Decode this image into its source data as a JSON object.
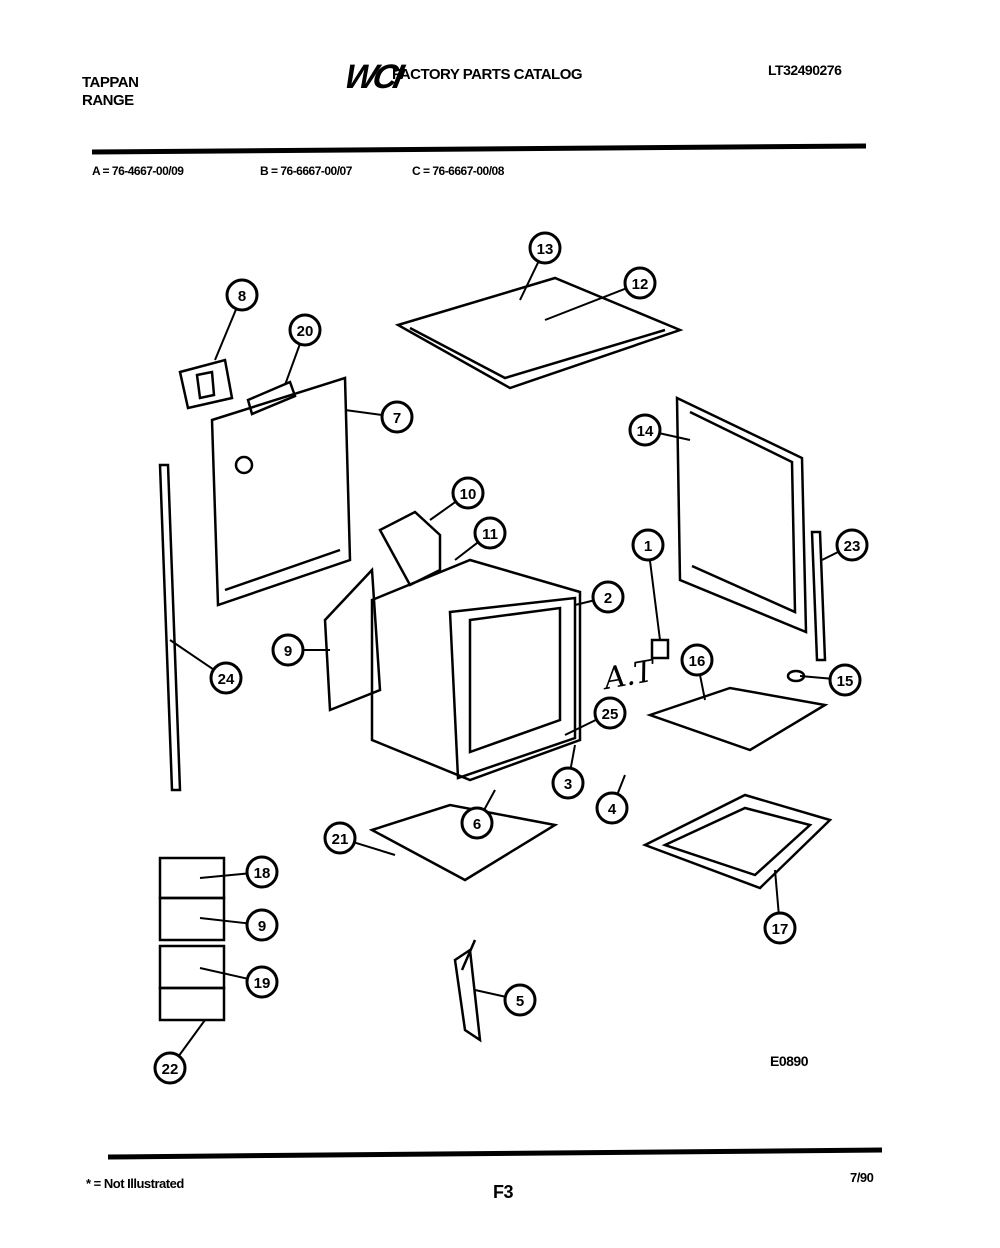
{
  "header": {
    "brand_line1": "TAPPAN",
    "brand_line2": "RANGE",
    "logo": "WCI",
    "catalog_title": "FACTORY PARTS CATALOG",
    "document_number": "LT32490276"
  },
  "models": [
    "A = 76-4667-00/09",
    "B = 76-6667-00/07",
    "C = 76-6667-00/08"
  ],
  "diagram": {
    "callouts": [
      "8",
      "20",
      "13",
      "12",
      "7",
      "14",
      "10",
      "11",
      "1",
      "23",
      "2",
      "9",
      "24",
      "16",
      "15",
      "25",
      "3",
      "4",
      "6",
      "21",
      "18",
      "9",
      "17",
      "19",
      "5",
      "22"
    ],
    "handwritten_note": "A.T",
    "drawing_code": "E0890"
  },
  "footer": {
    "note": "* = Not Illustrated",
    "page": "F3",
    "date": "7/90"
  }
}
